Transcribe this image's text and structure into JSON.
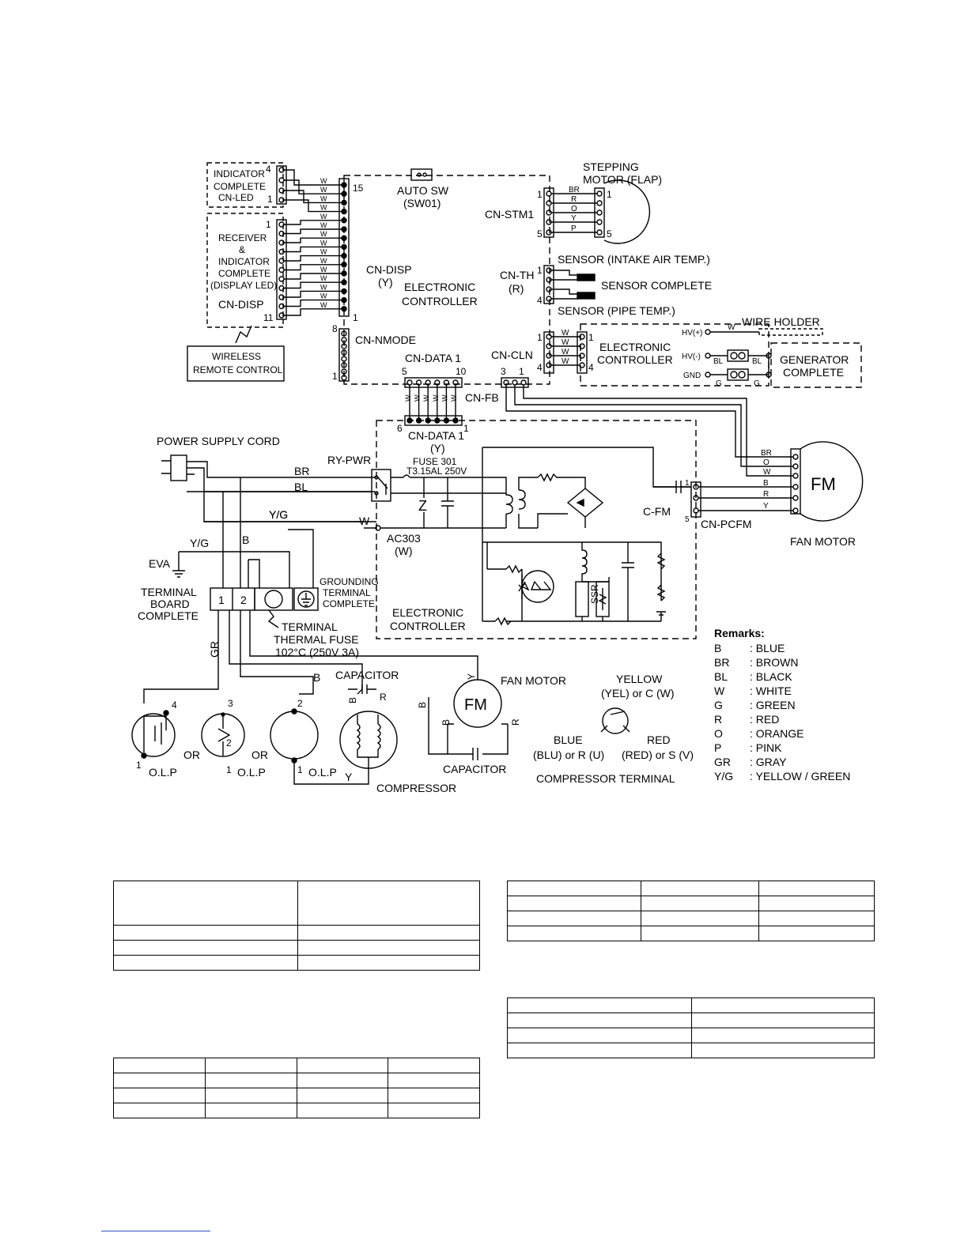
{
  "labels": {
    "indicator_complete": [
      "INDICATOR",
      "COMPLETE",
      "CN-LED"
    ],
    "receiver_complete": [
      "RECEIVER",
      "&",
      "INDICATOR",
      "COMPLETE",
      "(DISPLAY LED)",
      "CN-DISP"
    ],
    "wireless_remote": [
      "WIRELESS",
      "REMOTE CONTROL"
    ],
    "auto_sw": [
      "AUTO SW",
      "(SW01)"
    ],
    "stepping_motor": [
      "STEPPING",
      "MOTOR (FLAP)"
    ],
    "cn_stm1": "CN-STM1",
    "cn_disp": [
      "CN-DISP",
      "(Y)"
    ],
    "electronic_controller_top": [
      "ELECTRONIC",
      "CONTROLLER"
    ],
    "cn_th": [
      "CN-TH",
      "(R)"
    ],
    "sensor_intake": "SENSOR (INTAKE AIR TEMP.)",
    "sensor_complete": "SENSOR COMPLETE",
    "sensor_pipe": "SENSOR (PIPE TEMP.)",
    "cn_nmode": "CN-NMODE",
    "wire_holder": "WIRE HOLDER",
    "electronic_controller_right": [
      "ELECTRONIC",
      "CONTROLLER"
    ],
    "generator_complete": [
      "GENERATOR",
      "COMPLETE"
    ],
    "hv_plus": "HV(+)",
    "hv_minus": "HV(-)",
    "gnd": "GND",
    "cn_data1_top": "CN-DATA 1",
    "cn_cln": "CN-CLN",
    "cn_fb": "CN-FB",
    "cn_data1_bottom": [
      "CN-DATA 1",
      "(Y)"
    ],
    "power_supply_cord": "POWER SUPPLY CORD",
    "ry_pwr": "RY-PWR",
    "fuse": [
      "FUSE 301",
      "T3.15AL 250V"
    ],
    "ac303": [
      "AC303",
      "(W)"
    ],
    "c_fm": "C-FM",
    "cn_pcfm": "CN-PCFM",
    "fm": "FM",
    "fan_motor_right": "FAN MOTOR",
    "eva": "EVA",
    "terminal_board": [
      "TERMINAL",
      "BOARD",
      "COMPLETE"
    ],
    "grounding_terminal": [
      "GROUNDING",
      "TERMINAL",
      "COMPLETE"
    ],
    "terminal_thermal_fuse": [
      "TERMINAL",
      "THERMAL FUSE",
      "102°C (250V 3A)"
    ],
    "electronic_controller_mid": [
      "ELECTRONIC",
      "CONTROLLER"
    ],
    "ssr": "SSR",
    "capacitor_top": "CAPACITOR",
    "capacitor_bottom": "CAPACITOR",
    "fan_motor_bottom": "FAN MOTOR",
    "compressor": "COMPRESSOR",
    "olp": "O.L.P",
    "or": "OR",
    "compressor_terminal": {
      "yellow": [
        "YELLOW",
        "(YEL) or C (W)"
      ],
      "blue": [
        "BLUE",
        "(BLU) or R (U)"
      ],
      "red": [
        "RED",
        "(RED) or S (V)"
      ],
      "caption": "COMPRESSOR TERMINAL"
    },
    "wires": {
      "w": "W",
      "br": "BR",
      "bl": "BL",
      "b": "B",
      "r": "R",
      "o": "O",
      "y": "Y",
      "p": "P",
      "g": "G",
      "gr": "GR",
      "yg": "Y/G"
    },
    "pins": {
      "p1": "1",
      "p2": "2",
      "p3": "3",
      "p4": "4",
      "p5": "5",
      "p6": "6",
      "p8": "8",
      "p10": "10",
      "p11": "11",
      "p15": "15"
    },
    "z": "Z"
  },
  "remarks": {
    "title": "Remarks:",
    "items": [
      {
        "code": "B",
        "color": ": BLUE"
      },
      {
        "code": "BR",
        "color": ": BROWN"
      },
      {
        "code": "BL",
        "color": ": BLACK"
      },
      {
        "code": "W",
        "color": ": WHITE"
      },
      {
        "code": "G",
        "color": ": GREEN"
      },
      {
        "code": "R",
        "color": ": RED"
      },
      {
        "code": "O",
        "color": ": ORANGE"
      },
      {
        "code": "P",
        "color": ": PINK"
      },
      {
        "code": "GR",
        "color": ": GRAY"
      },
      {
        "code": "Y/G",
        "color": ": YELLOW / GREEN"
      }
    ]
  }
}
